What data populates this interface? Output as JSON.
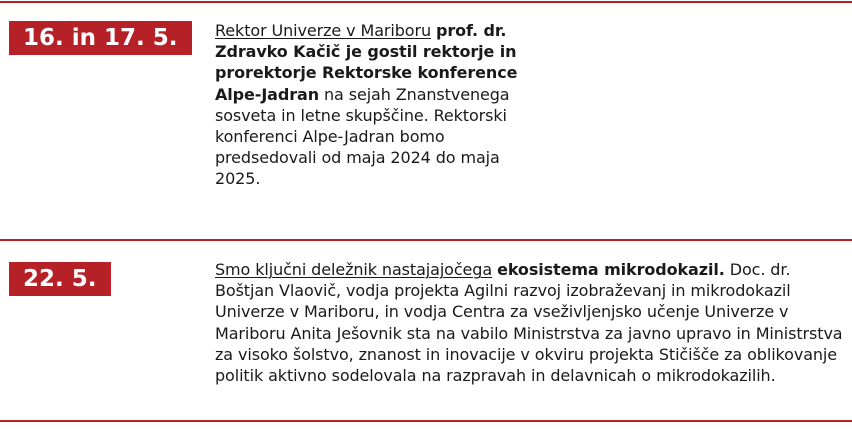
{
  "colors": {
    "accent": "#b52127",
    "text": "#1a1a1a"
  },
  "entries": [
    {
      "date": "16. in 17. 5.",
      "link_text": "Rektor Univerze v Mariboru",
      "bold_text": "prof. dr. Zdravko Kačič je gostil rektorje in prorektorje Rektorske konference Alpe-Jadran",
      "body_text": "na sejah Znanstvenega sosveta in letne skupščine. Rektorski konferenci Alpe-Jadran bomo predsedovali od maja 2024 do maja 2025."
    },
    {
      "date": "22. 5.",
      "link_text": "Smo ključni deležnik nastajajočega",
      "bold_text": "ekosistema mikrodokazil.",
      "body_text": "Doc. dr. Boštjan Vlaovič, vodja projekta Agilni razvoj izobraževanj in mikrodokazil Univerze v Mariboru, in vodja Centra za vseživljenjsko učenje Univerze v Mariboru Anita Ješovnik sta na vabilo Ministrstva za javno upravo in Ministrstva za visoko šolstvo, znanost in inovacije v okviru projekta Stičišče za oblikovanje politik aktivno sodelovala na razpravah in delavnicah o mikrodokazilih."
    }
  ]
}
